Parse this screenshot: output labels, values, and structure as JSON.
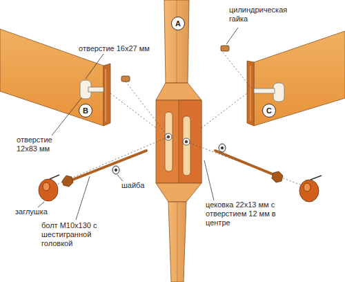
{
  "diagram": {
    "nodes": [
      {
        "text": [
          "A"
        ]
      },
      {
        "text": [
          "B"
        ]
      },
      {
        "text": [
          "C"
        ]
      }
    ],
    "labels": [
      "отверстие 16x27 мм",
      "цилиндрическая гайка",
      "отверстие 12x83 мм",
      "заглушка",
      "болт М10x130 с шестигранной головкой",
      "шайба",
      "цековка 22x13 мм с отверстием 12 мм в центре"
    ]
  }
}
